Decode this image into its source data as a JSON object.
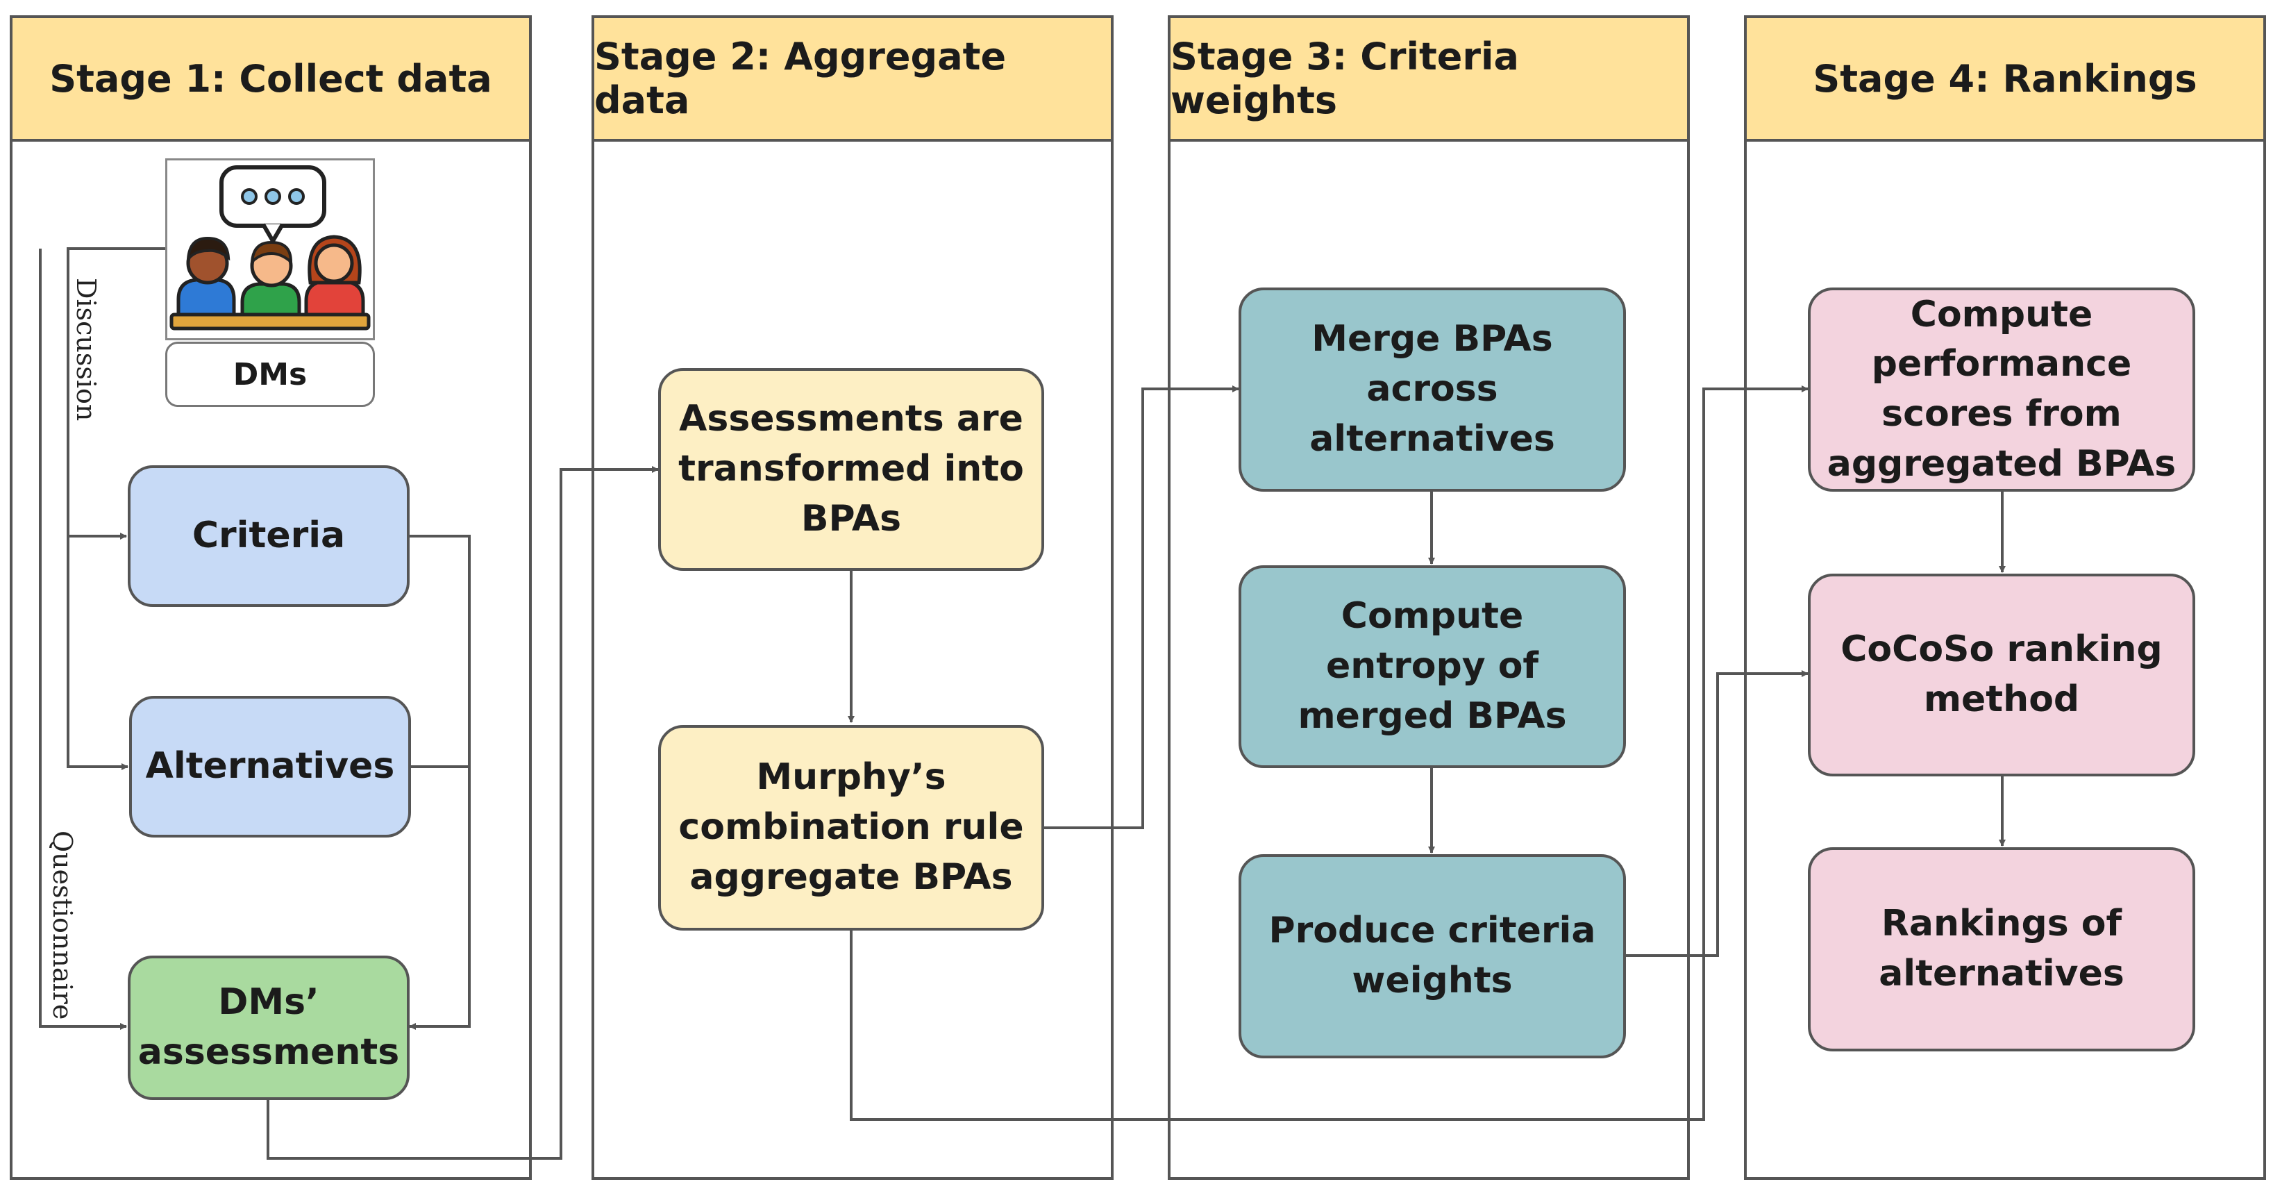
{
  "stages": [
    {
      "title": "Stage 1: Collect data"
    },
    {
      "title": "Stage 2: Aggregate data"
    },
    {
      "title": "Stage 3: Criteria weights"
    },
    {
      "title": "Stage 4: Rankings"
    }
  ],
  "stage1": {
    "dms_label": "DMs",
    "criteria": "Criteria",
    "alternatives": "Alternatives",
    "assessments": "DMs’ assessments",
    "discussion_label": "Discussion",
    "questionnaire_label": "Questionnaire"
  },
  "stage2": {
    "transform": "Assessments are transformed into BPAs",
    "murphy": "Murphy’s combination rule aggregate BPAs"
  },
  "stage3": {
    "merge": "Merge BPAs across alternatives",
    "entropy": "Compute entropy of merged BPAs",
    "weights": "Produce criteria weights"
  },
  "stage4": {
    "performance": "Compute performance scores from aggregated BPAs",
    "cocoso": "CoCoSo ranking method",
    "rankings": "Rankings of alternatives"
  },
  "colors": {
    "header": "#ffe29b",
    "blue": "#c7daf6",
    "green": "#a9da9f",
    "yellow": "#fdefc4",
    "teal": "#99c6cc",
    "pink": "#f3d3de"
  },
  "icons": [
    "speech-bubble-icon",
    "people-group-icon"
  ]
}
